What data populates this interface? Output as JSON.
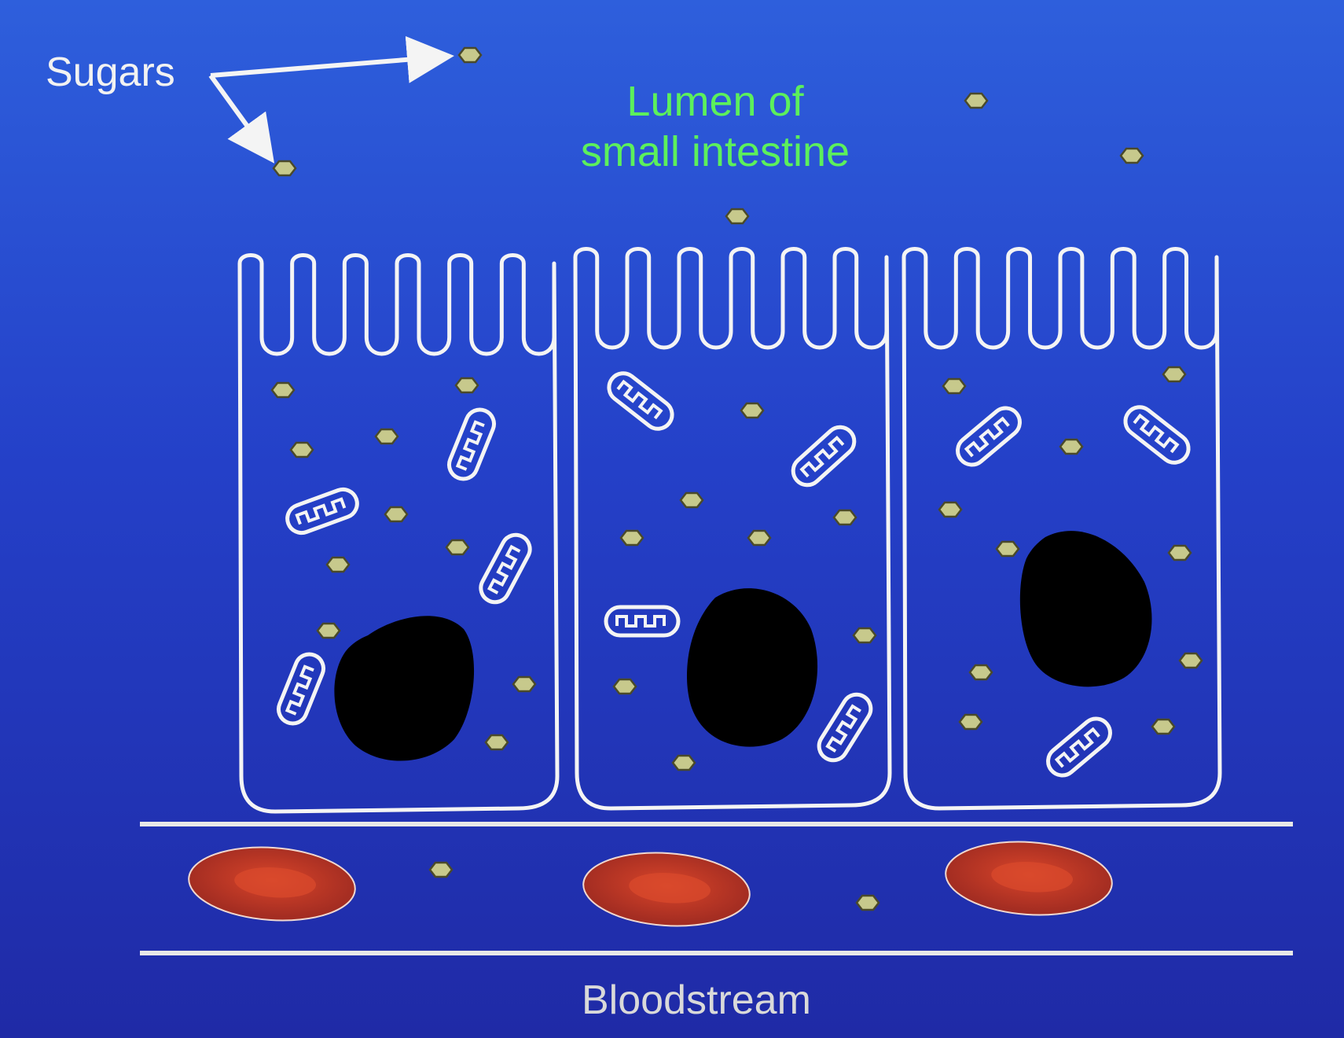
{
  "labels": {
    "sugars": "Sugars",
    "lumen_line1": "Lumen of",
    "lumen_line2": "small intestine",
    "bloodstream": "Bloodstream"
  },
  "colors": {
    "background_top": "#2e5fdc",
    "background_bottom": "#1f2aa6",
    "outline": "#f4f4f4",
    "lumen_label": "#5cf05c",
    "sugar_fill": "#c7c98c",
    "sugar_stroke": "#4a4a2a",
    "nucleus": "#000000",
    "red_blood_cell": "#b43424",
    "red_blood_cell_center": "#d9492c"
  },
  "icons": {
    "sugar": "sugar-molecule-icon",
    "mitochondrion": "mitochondrion-icon",
    "nucleus": "nucleus-icon",
    "red_blood_cell": "red-blood-cell-icon"
  }
}
